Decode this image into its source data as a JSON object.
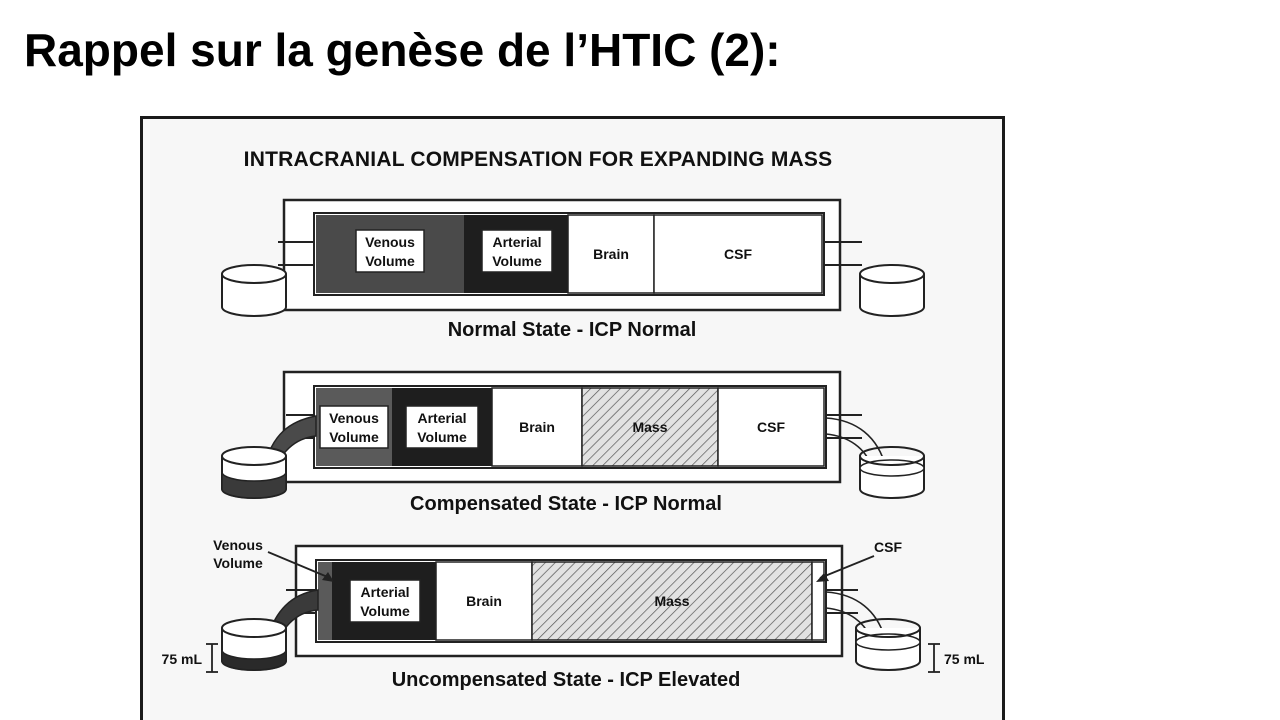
{
  "slide": {
    "title": "Rappel sur la genèse de l’HTIC (2):"
  },
  "figure": {
    "heading": "INTRACRANIAL COMPENSATION FOR EXPANDING MASS",
    "states": [
      {
        "caption": "Normal State - ICP Normal",
        "compartments": {
          "venous": [
            "Venous",
            "Volume"
          ],
          "arterial": [
            "Arterial",
            "Volume"
          ],
          "brain": "Brain",
          "csf": "CSF"
        }
      },
      {
        "caption": "Compensated State - ICP Normal",
        "compartments": {
          "venous": [
            "Venous",
            "Volume"
          ],
          "arterial": [
            "Arterial",
            "Volume"
          ],
          "brain": "Brain",
          "mass": "Mass",
          "csf": "CSF"
        }
      },
      {
        "caption": "Uncompensated State - ICP Elevated",
        "compartments": {
          "arterial": [
            "Arterial",
            "Volume"
          ],
          "brain": "Brain",
          "mass": "Mass"
        },
        "annotations": {
          "venous": [
            "Venous",
            "Volume"
          ],
          "csf": "CSF",
          "left_volume": "75 mL",
          "right_volume": "75 mL"
        }
      }
    ]
  }
}
